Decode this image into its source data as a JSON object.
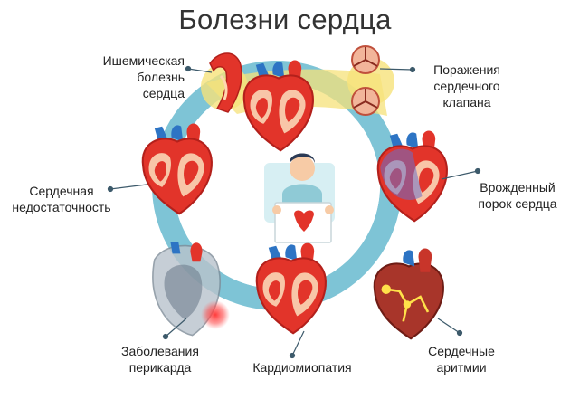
{
  "title": "Болезни сердца",
  "labels": {
    "ischemic": [
      "Ишемическая",
      "болезнь",
      "сердца"
    ],
    "valve": [
      "Поражения",
      "сердечного",
      "клапана"
    ],
    "failure": [
      "Сердечная",
      "недостаточность"
    ],
    "congenital": [
      "Врожденный",
      "порок сердца"
    ],
    "pericardium": [
      "Заболевания",
      "перикарда"
    ],
    "cardiomyopathy": [
      "Кардиомиопатия"
    ],
    "arrhythmia": [
      "Сердечные",
      "аритмии"
    ]
  },
  "colors": {
    "ring": "#7ec4d6",
    "ring_inner": "#ffffff",
    "highlight_yellow": "#f6e27a",
    "heart_red": "#e2342a",
    "heart_dark": "#b3201b",
    "vessel_blue": "#2d74c4",
    "pericardium_gray": "#b9c3cc",
    "pointer": "#3d5a6b",
    "text": "#222222"
  }
}
